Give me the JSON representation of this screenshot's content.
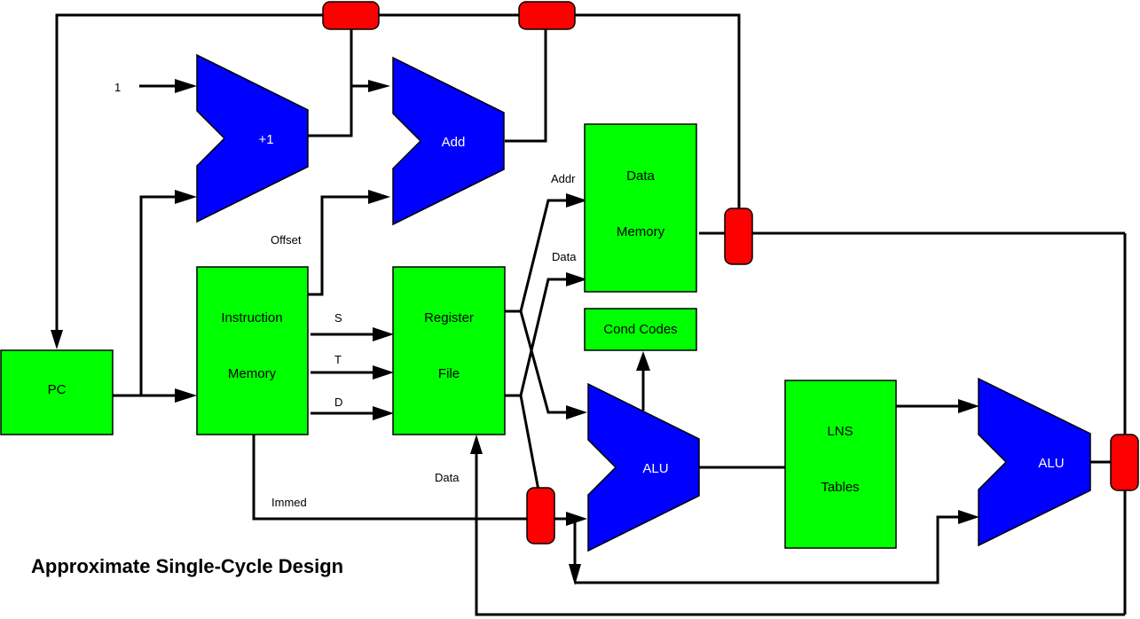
{
  "title": "Approximate Single-Cycle Design",
  "colors": {
    "storage": "#00ff00",
    "alu": "#0000ff",
    "mux": "#ff0000",
    "wire": "#000000",
    "background": "#ffffff"
  },
  "blocks": {
    "pc": {
      "label": "PC"
    },
    "instruction_memory": {
      "line1": "Instruction",
      "line2": "Memory"
    },
    "register_file": {
      "line1": "Register",
      "line2": "File"
    },
    "data_memory": {
      "line1": "Data",
      "line2": "Memory"
    },
    "cond_codes": {
      "label": "Cond Codes"
    },
    "lns_tables": {
      "line1": "LNS",
      "line2": "Tables"
    }
  },
  "alus": {
    "incrementer": {
      "label": "+1"
    },
    "adder": {
      "label": "Add"
    },
    "main_alu": {
      "label": "ALU"
    },
    "lns_alu": {
      "label": "ALU"
    }
  },
  "wire_labels": {
    "const_one": "1",
    "offset": "Offset",
    "s": "S",
    "t": "T",
    "d": "D",
    "addr": "Addr",
    "data_mem_in": "Data",
    "immed": "Immed",
    "data_writeback": "Data"
  },
  "muxes": [
    {
      "name": "pc-source-mux-1"
    },
    {
      "name": "pc-source-mux-2"
    },
    {
      "name": "memory-result-mux"
    },
    {
      "name": "alu-b-input-mux"
    },
    {
      "name": "writeback-mux"
    }
  ]
}
